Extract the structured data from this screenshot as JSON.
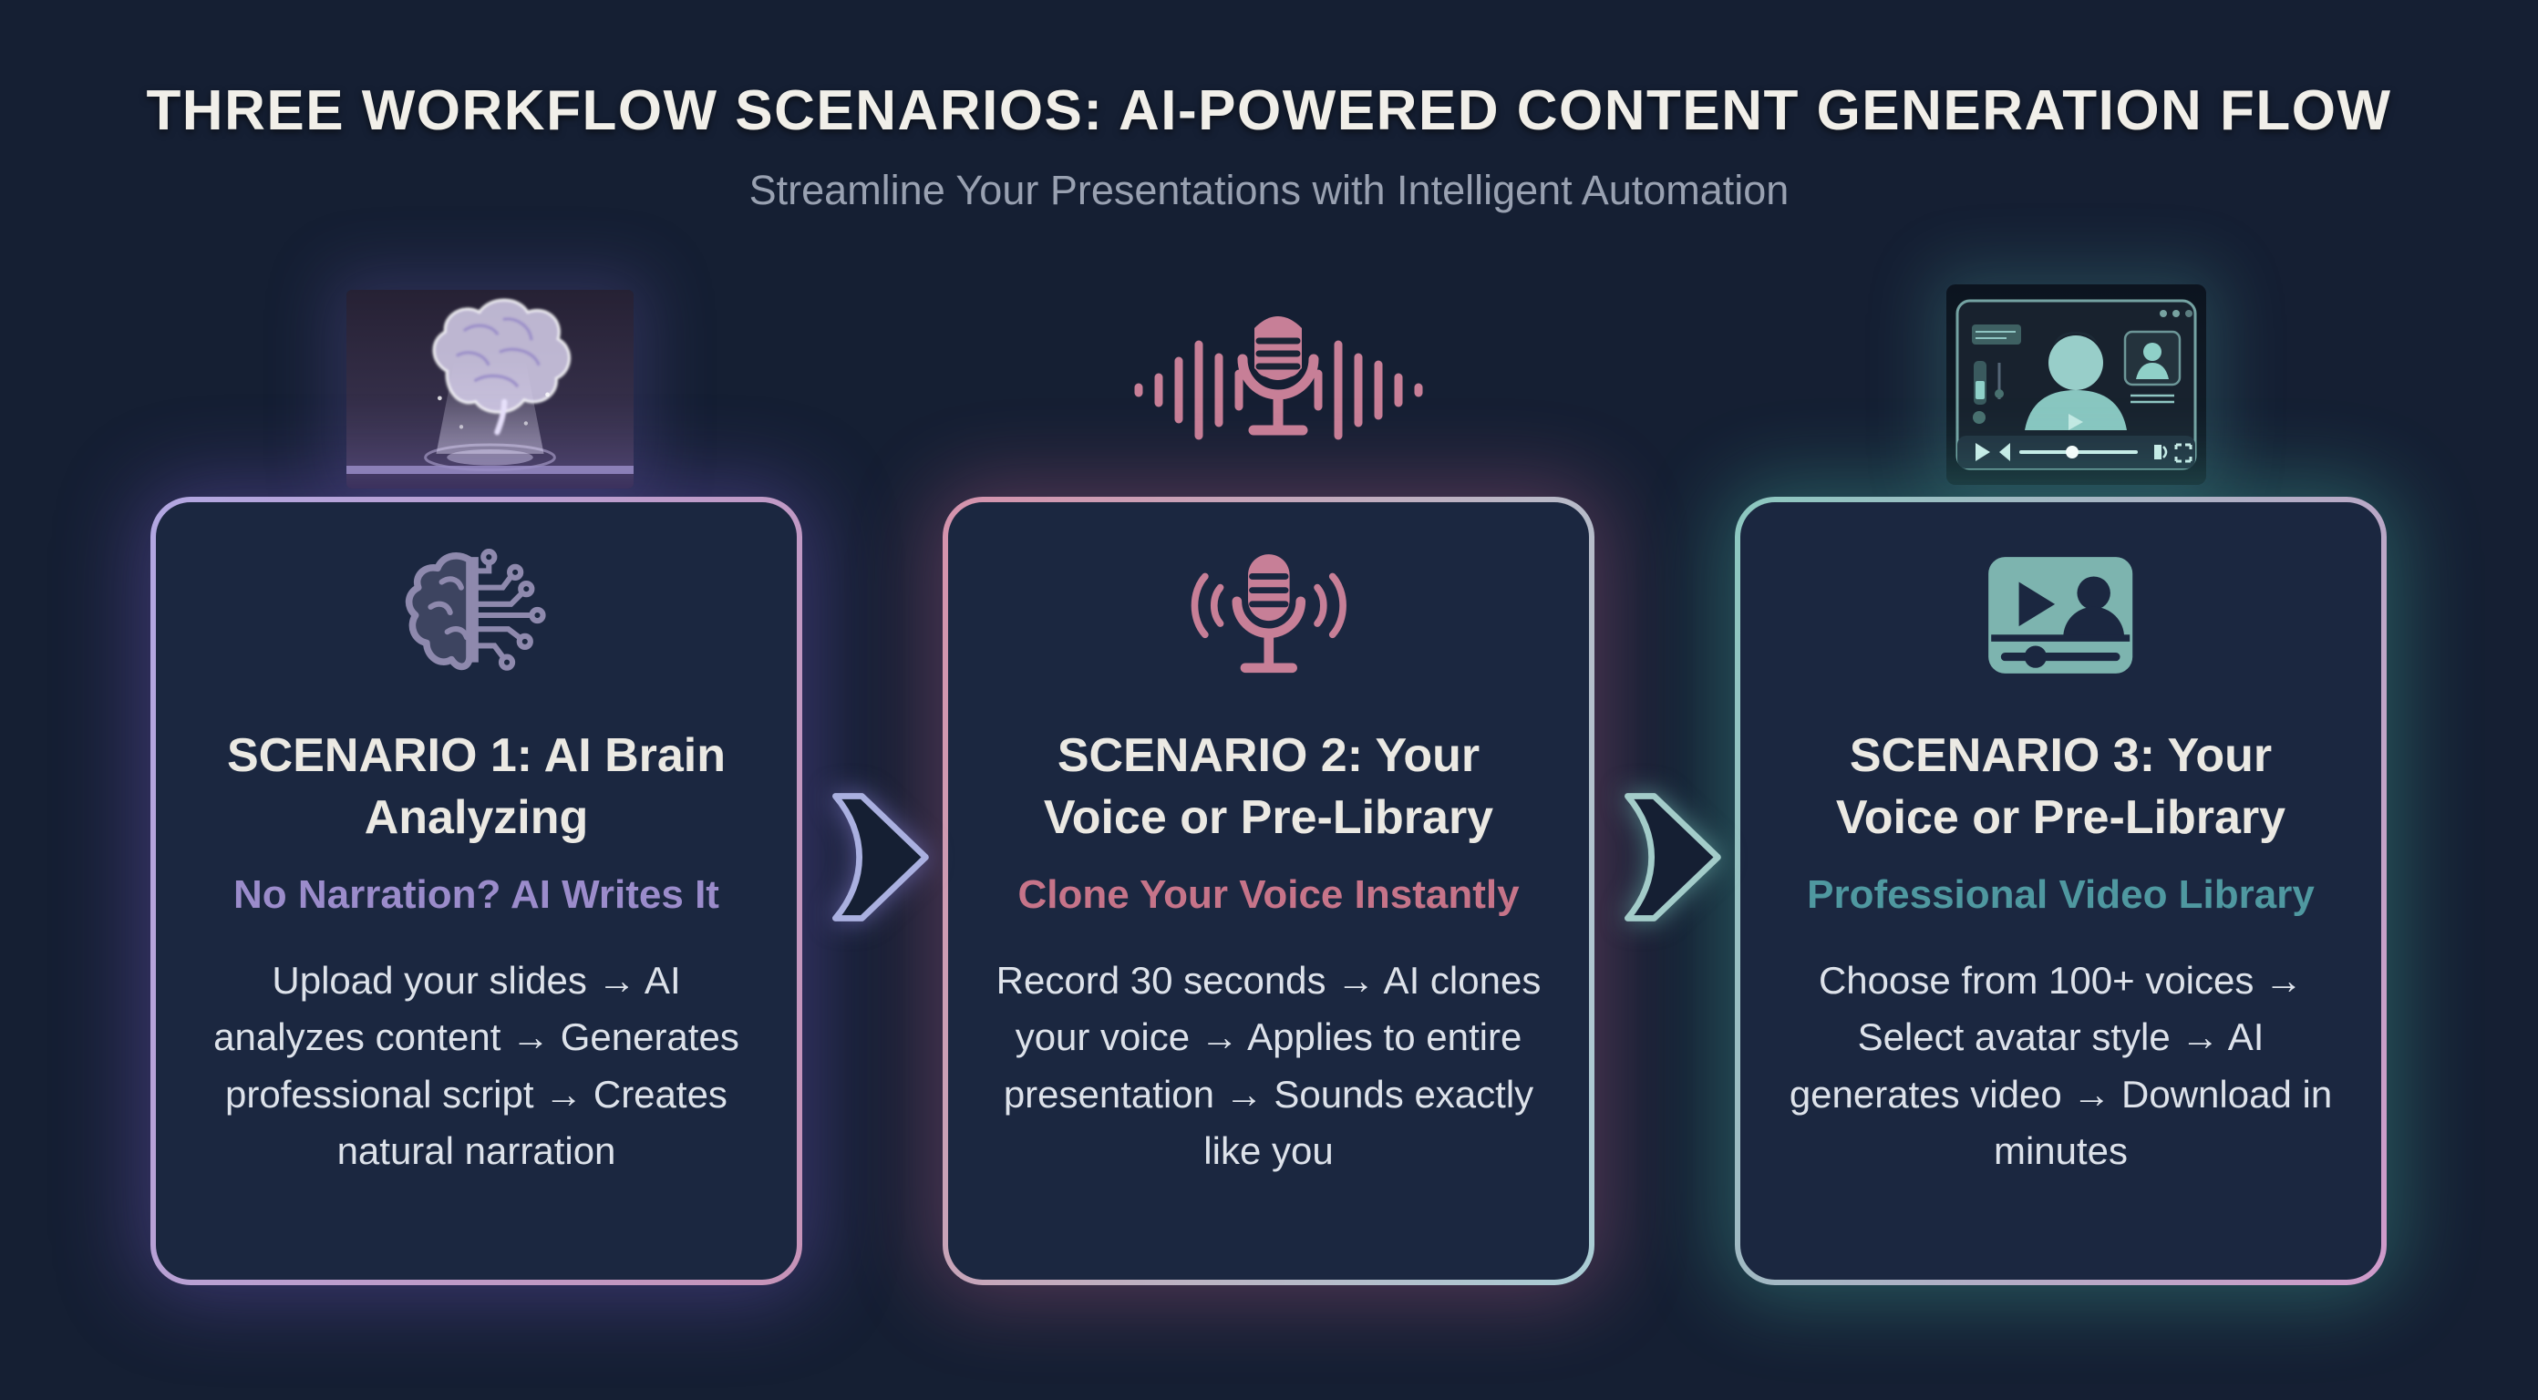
{
  "header": {
    "title": "THREE WORKFLOW SCENARIOS: AI-POWERED CONTENT GENERATION FLOW",
    "subtitle": "Streamline Your Presentations with Intelligent Automation"
  },
  "colors": {
    "background": "#151f33",
    "card_background": "#1b2740",
    "title_text": "#f1efe9",
    "subtitle_text": "#99a1b1",
    "body_text": "#dde2ea",
    "card1_accent": "#9b8ccb",
    "card2_accent": "#c67489",
    "card3_accent": "#4f98a0",
    "card1_border_from": "#b2a7e2",
    "card1_border_to": "#c793b8",
    "card2_border_from": "#d592ac",
    "card2_border_to": "#a9cdd5",
    "card3_border_from": "#8cc8c0",
    "card3_border_to": "#cf9aca",
    "arrow1_stroke": "#aab0e0",
    "arrow2_stroke": "#a3ccc9",
    "mic_pink": "#c77f97",
    "video_teal": "#7db4af",
    "brain_lavender": "#8e89ad"
  },
  "illustrations": [
    {
      "name": "ai-brain-hologram"
    },
    {
      "name": "microphone-waveform"
    },
    {
      "name": "video-player-avatar"
    }
  ],
  "cards": [
    {
      "icon": "brain-circuit-icon",
      "title": "SCENARIO 1: AI Brain Analyzing",
      "subtitle": "No Narration? AI Writes It",
      "body": "Upload your slides → AI analyzes content → Generates professional script → Creates natural narration"
    },
    {
      "icon": "microphone-waves-icon",
      "title": "SCENARIO 2: Your Voice or Pre-Library",
      "subtitle": "Clone Your Voice Instantly",
      "body": "Record 30 seconds → AI clones your voice → Applies to entire presentation → Sounds exactly like you"
    },
    {
      "icon": "video-avatar-icon",
      "title": "SCENARIO 3: Your Voice or Pre-Library",
      "subtitle": "Professional Video Library",
      "body": "Choose from 100+ voices → Select avatar style → AI generates video → Download in minutes"
    }
  ]
}
